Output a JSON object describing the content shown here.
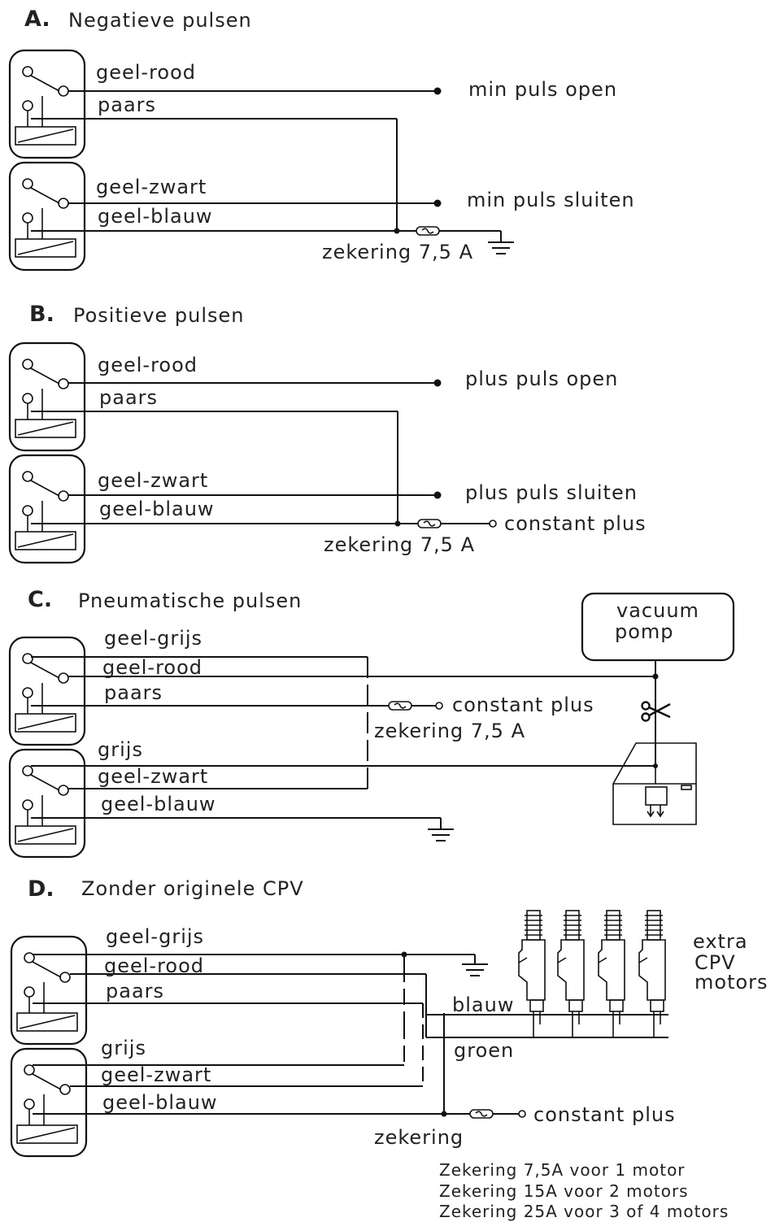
{
  "section_a": {
    "letter": "A.",
    "title": "Negatieve pulsen",
    "wire_1": "geel-rood",
    "wire_2": "paars",
    "wire_3": "geel-zwart",
    "wire_4": "geel-blauw",
    "out_1": "min puls open",
    "out_2": "min puls sluiten",
    "fuse": "zekering 7,5 A"
  },
  "section_b": {
    "letter": "B.",
    "title": "Positieve pulsen",
    "wire_1": "geel-rood",
    "wire_2": "paars",
    "wire_3": "geel-zwart",
    "wire_4": "geel-blauw",
    "out_1": "plus puls open",
    "out_2": "plus puls sluiten",
    "supply": "constant  plus",
    "fuse": "zekering 7,5 A"
  },
  "section_c": {
    "letter": "C.",
    "title": "Pneumatische pulsen",
    "wire_1": "geel-grijs",
    "wire_2": "geel-rood",
    "wire_3": "paars",
    "wire_4": "grijs",
    "wire_5": "geel-zwart",
    "wire_6": "geel-blauw",
    "supply": "constant plus",
    "fuse": "zekering 7,5 A",
    "pump_line_1": "vacuum",
    "pump_line_2": "pomp"
  },
  "section_d": {
    "letter": "D.",
    "title": "Zonder originele CPV",
    "wire_1": "geel-grijs",
    "wire_2": "geel-rood",
    "wire_3": "paars",
    "wire_4": "grijs",
    "wire_5": "geel-zwart",
    "wire_6": "geel-blauw",
    "motor_wire_1": "blauw",
    "motor_wire_2": "groen",
    "supply": "constant  plus",
    "fuse": "zekering",
    "motors_line_1": "extra",
    "motors_line_2": "CPV",
    "motors_line_3": "motors",
    "note_1": "Zekering 7,5A voor 1 motor",
    "note_2": "Zekering 15A voor 2 motors",
    "note_3": "Zekering 25A voor 3 of 4 motors"
  }
}
